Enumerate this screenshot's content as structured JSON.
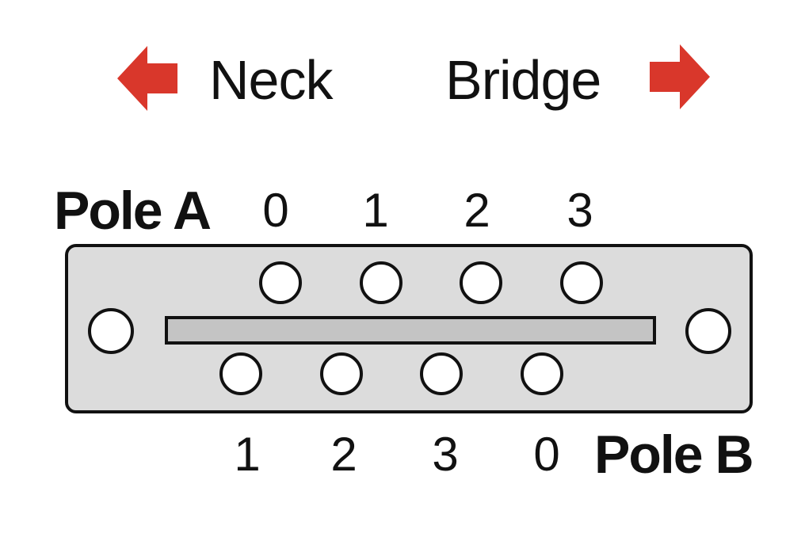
{
  "direction": {
    "neck_label": "Neck",
    "bridge_label": "Bridge",
    "arrow_color": "#d9372b"
  },
  "pole_a": {
    "label": "Pole A",
    "positions": [
      "0",
      "1",
      "2",
      "3"
    ]
  },
  "pole_b": {
    "label": "Pole B",
    "positions": [
      "1",
      "2",
      "3",
      "0"
    ]
  }
}
